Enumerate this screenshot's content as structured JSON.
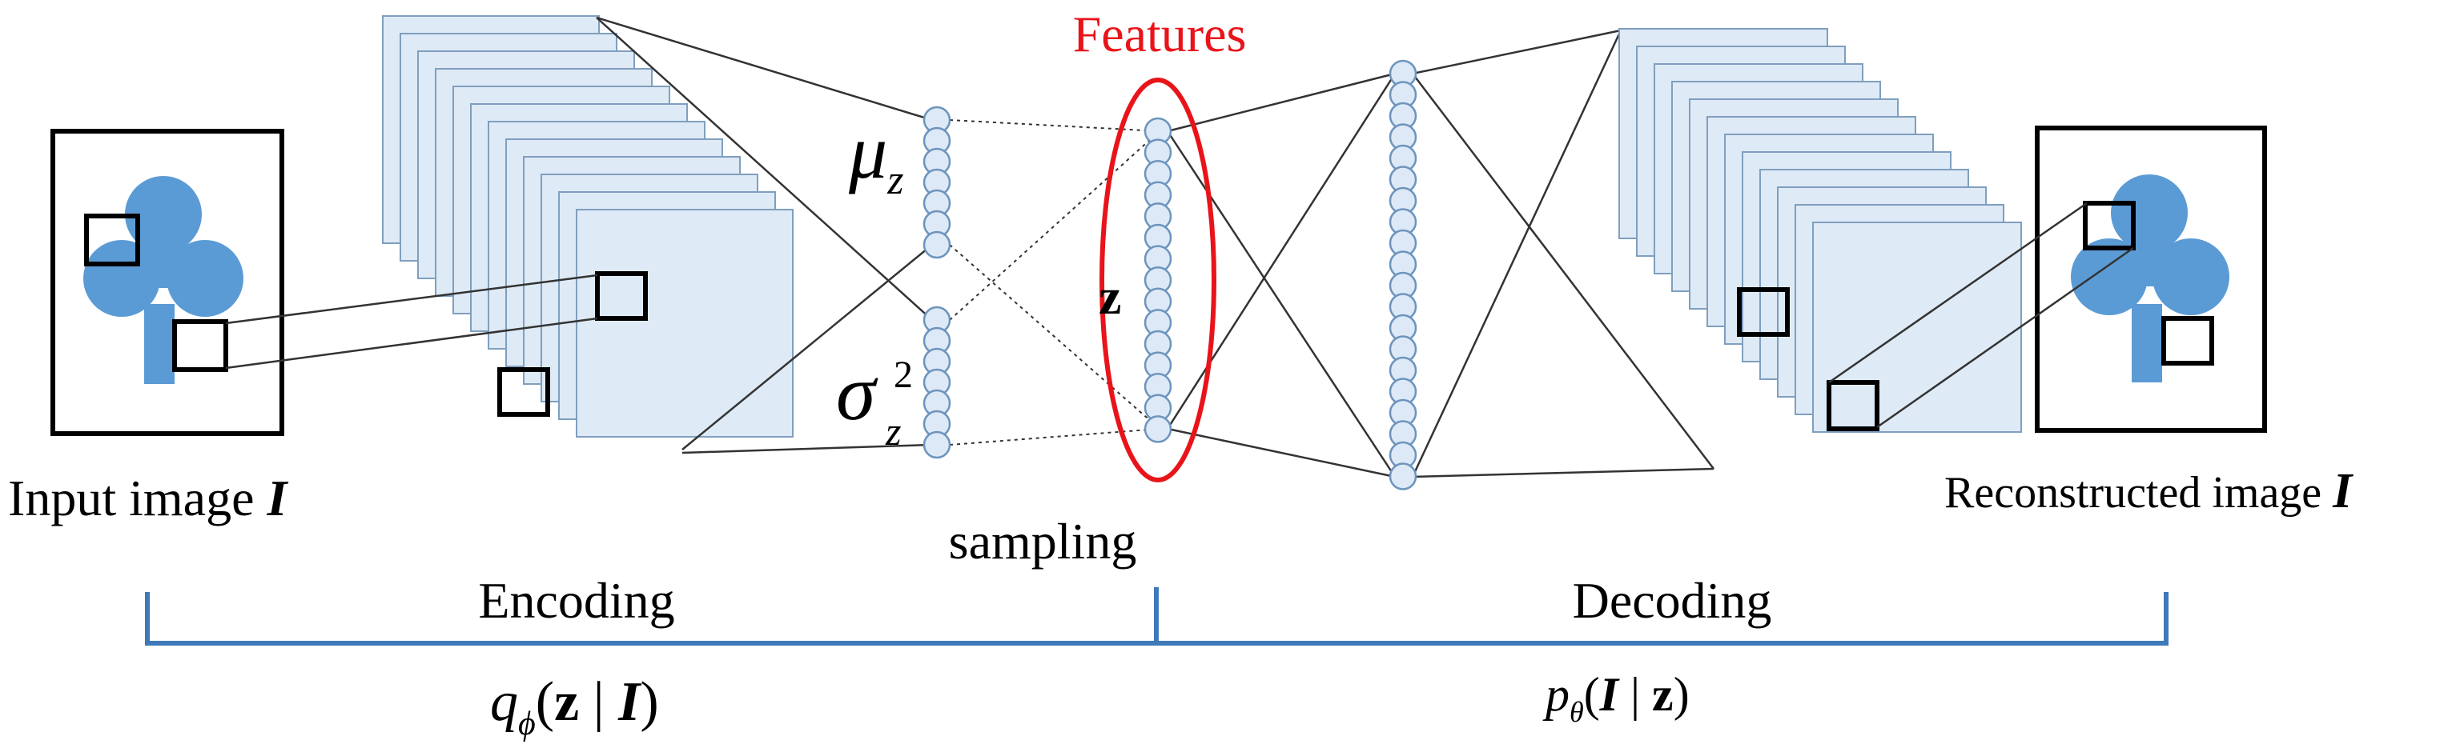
{
  "title": "Features",
  "left_image": {
    "label": "Input image",
    "symbol": "I"
  },
  "right_image": {
    "label": "Reconstructed  image",
    "symbol": "I"
  },
  "mu": {
    "symbol": "μ",
    "subscript": "z"
  },
  "sigma": {
    "symbol": "σ",
    "superscript": "2",
    "subscript": "z"
  },
  "z_label": "z",
  "sampling_label": "sampling",
  "encoding": {
    "label": "Encoding",
    "formula": {
      "q": "q",
      "sub": "ϕ",
      "open": "(",
      "z": "z",
      "bar": " | ",
      "I": "I",
      "close": ")"
    }
  },
  "decoding": {
    "label": "Decoding",
    "formula": {
      "p": "p",
      "sub": "θ",
      "open": "(",
      "I": "I",
      "bar": " | ",
      "z": "z",
      "close": ")"
    }
  },
  "colors": {
    "title": "#e8141a",
    "ellipse": "#e8141a",
    "bracket": "#3e79b9",
    "shape": "#5b9bd5",
    "node_fill": "#dde9f6",
    "node_stroke": "#6d94bd",
    "sheet_fill": "#deeaf6",
    "sheet_stroke": "#7f9fbf"
  },
  "icons": {
    "left_shape": "club-icon",
    "right_shape": "club-icon"
  }
}
